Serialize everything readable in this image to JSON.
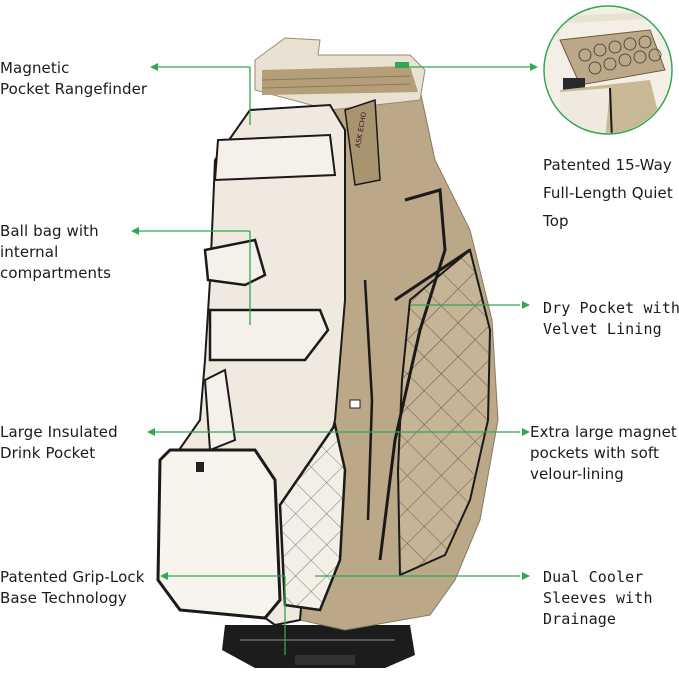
{
  "brand": {
    "name": "ASK ECHO",
    "accent": "#2fa84f",
    "bag_body": "#bba888",
    "bag_panel": "#efe9e0"
  },
  "features": {
    "rangefinder": [
      "Magnetic",
      "Pocket Rangefinder"
    ],
    "ball_bag": [
      "Ball bag with",
      "internal",
      "compartments"
    ],
    "drink_pocket": [
      "Large Insulated",
      "Drink Pocket"
    ],
    "grip_lock": [
      "Patented Grip-Lock",
      "Base Technology"
    ],
    "quiet_top": [
      "Patented 15-Way",
      "Full-Length Quiet",
      "Top"
    ],
    "dry_pocket": [
      "Dry Pocket with",
      "Velvet Lining"
    ],
    "magnet_pockets": [
      "Extra large magnet",
      "pockets with soft",
      "velour-lining"
    ],
    "cooler_sleeves": [
      "Dual Cooler",
      "Sleeves with",
      "Drainage"
    ]
  }
}
